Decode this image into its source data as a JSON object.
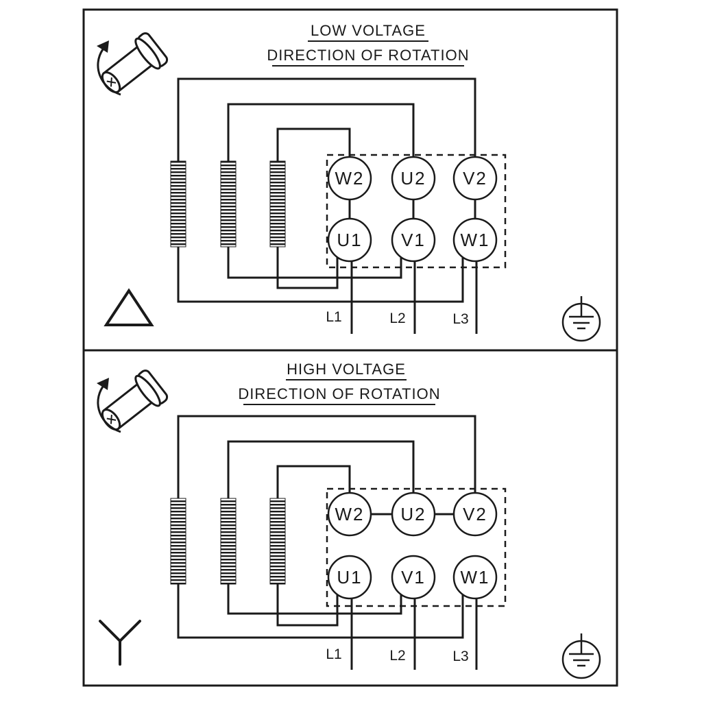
{
  "diagram": {
    "background": "#ffffff",
    "line_color": "#1a1a1a",
    "panels": [
      {
        "title": "LOW VOLTAGE",
        "subtitle": "DIRECTION OF ROTATION",
        "connection": "delta",
        "terminals_top": [
          "W2",
          "U2",
          "V2"
        ],
        "terminals_bottom": [
          "U1",
          "V1",
          "W1"
        ],
        "supply_lines": [
          "L1",
          "L2",
          "L3"
        ]
      },
      {
        "title": "HIGH VOLTAGE",
        "subtitle": "DIRECTION OF ROTATION",
        "connection": "star",
        "terminals_top": [
          "W2",
          "U2",
          "V2"
        ],
        "terminals_bottom": [
          "U1",
          "V1",
          "W1"
        ],
        "supply_lines": [
          "L1",
          "L2",
          "L3"
        ]
      }
    ],
    "icons": {
      "shaft_rotation": "motor-shaft-rotation-arrow-icon",
      "delta": "delta-connection-symbol-icon",
      "star": "star-connection-symbol-icon",
      "earth": "protective-earth-ground-icon"
    }
  }
}
